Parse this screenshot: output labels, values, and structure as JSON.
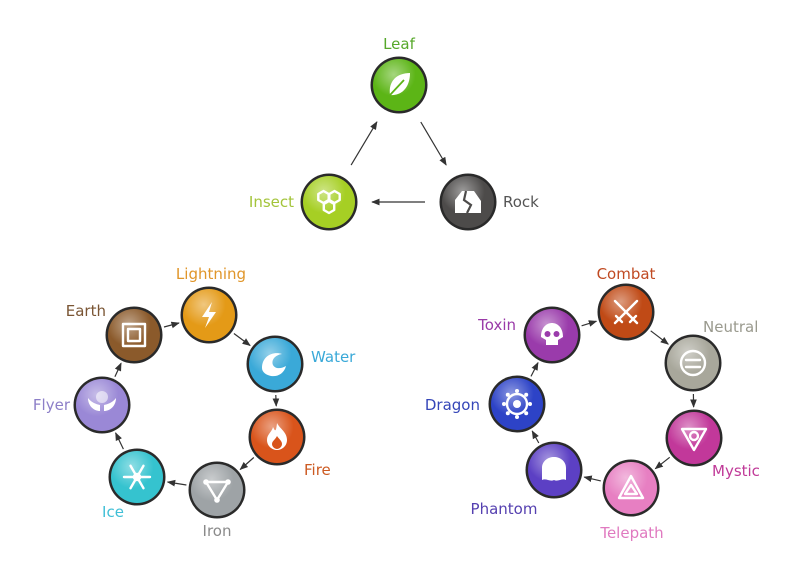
{
  "cycles": [
    {
      "id": "triangle",
      "nodes": [
        {
          "key": "leaf",
          "label": "Leaf",
          "color": "#5cb516",
          "label_color": "#56a82a",
          "icon": "leaf-icon"
        },
        {
          "key": "rock",
          "label": "Rock",
          "color": "#4d4b4a",
          "label_color": "#555555",
          "icon": "rock-icon"
        },
        {
          "key": "insect",
          "label": "Insect",
          "color": "#a6cf24",
          "label_color": "#a3c43a",
          "icon": "honeycomb-icon"
        }
      ]
    },
    {
      "id": "left-ring",
      "nodes": [
        {
          "key": "lightning",
          "label": "Lightning",
          "color": "#e49a17",
          "label_color": "#e0962a",
          "icon": "lightning-icon"
        },
        {
          "key": "water",
          "label": "Water",
          "color": "#3aa9d8",
          "label_color": "#3aa9d8",
          "icon": "wave-icon"
        },
        {
          "key": "fire",
          "label": "Fire",
          "color": "#d9541b",
          "label_color": "#cc5a22",
          "icon": "flame-icon"
        },
        {
          "key": "iron",
          "label": "Iron",
          "color": "#9ea3a6",
          "label_color": "#8a8a8a",
          "icon": "iron-triangle-icon"
        },
        {
          "key": "ice",
          "label": "Ice",
          "color": "#35c3cf",
          "label_color": "#40bfd6",
          "icon": "snowflake-icon"
        },
        {
          "key": "flyer",
          "label": "Flyer",
          "color": "#9a88d6",
          "label_color": "#8d7fc8",
          "icon": "wings-icon"
        },
        {
          "key": "earth",
          "label": "Earth",
          "color": "#8b5a2b",
          "label_color": "#7a5534",
          "icon": "square-icon"
        }
      ]
    },
    {
      "id": "right-ring",
      "nodes": [
        {
          "key": "combat",
          "label": "Combat",
          "color": "#c04a16",
          "label_color": "#c04a22",
          "icon": "crossed-swords-icon"
        },
        {
          "key": "neutral",
          "label": "Neutral",
          "color": "#a8a79b",
          "label_color": "#9a9a8e",
          "icon": "equals-icon"
        },
        {
          "key": "mystic",
          "label": "Mystic",
          "color": "#c2389a",
          "label_color": "#c03a98",
          "icon": "mystic-triangle-icon"
        },
        {
          "key": "telepath",
          "label": "Telepath",
          "color": "#e77fc2",
          "label_color": "#e07ac0",
          "icon": "eye-triangle-icon"
        },
        {
          "key": "phantom",
          "label": "Phantom",
          "color": "#5c40c4",
          "label_color": "#5540b0",
          "icon": "ghost-icon"
        },
        {
          "key": "dragon",
          "label": "Dragon",
          "color": "#2d43c7",
          "label_color": "#3546b8",
          "icon": "dragon-icon"
        },
        {
          "key": "toxin",
          "label": "Toxin",
          "color": "#9a3bab",
          "label_color": "#9a3aa8",
          "icon": "skull-icon"
        }
      ]
    }
  ]
}
